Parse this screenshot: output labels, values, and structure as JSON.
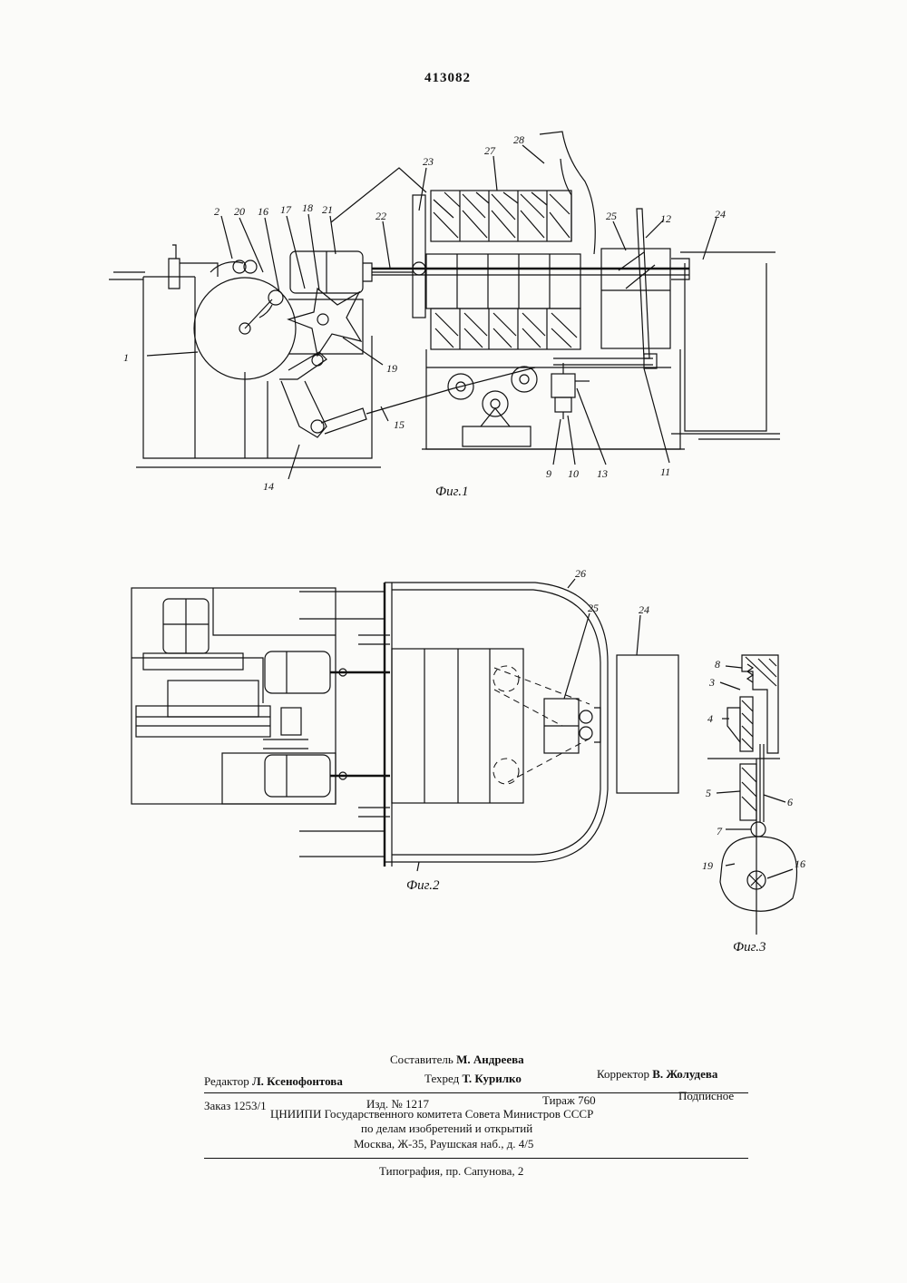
{
  "patent_number": "413082",
  "figures": {
    "fig1": {
      "caption": "Фиг.1",
      "labels": [
        "2",
        "20",
        "16",
        "17",
        "18",
        "21",
        "22",
        "23",
        "27",
        "28",
        "25",
        "12",
        "24",
        "1",
        "19",
        "14",
        "15",
        "9",
        "10",
        "13",
        "11"
      ]
    },
    "fig2": {
      "caption": "Фиг.2",
      "labels": [
        "26",
        "25",
        "24"
      ]
    },
    "fig3": {
      "caption": "Фиг.3",
      "labels": [
        "8",
        "3",
        "4",
        "5",
        "6",
        "7",
        "19",
        "16"
      ]
    }
  },
  "colophon": {
    "compiler_label": "Составитель",
    "compiler_name": "М. Андреева",
    "editor_label": "Редактор",
    "editor_name": "Л. Ксенофонтова",
    "techred_label": "Техред",
    "techred_name": "Т. Курилко",
    "corrector_label": "Корректор",
    "corrector_name": "В. Жолудева",
    "order": "Заказ 1253/1",
    "edition": "Изд. № 1217",
    "print_run": "Тираж 760",
    "subscription": "Подписное",
    "org_line1": "ЦНИИПИ Государственного комитета Совета Министров СССР",
    "org_line2": "по делам изобретений и открытий",
    "org_line3": "Москва, Ж-35, Раушская наб., д. 4/5",
    "printer": "Типография, пр. Сапунова, 2"
  }
}
